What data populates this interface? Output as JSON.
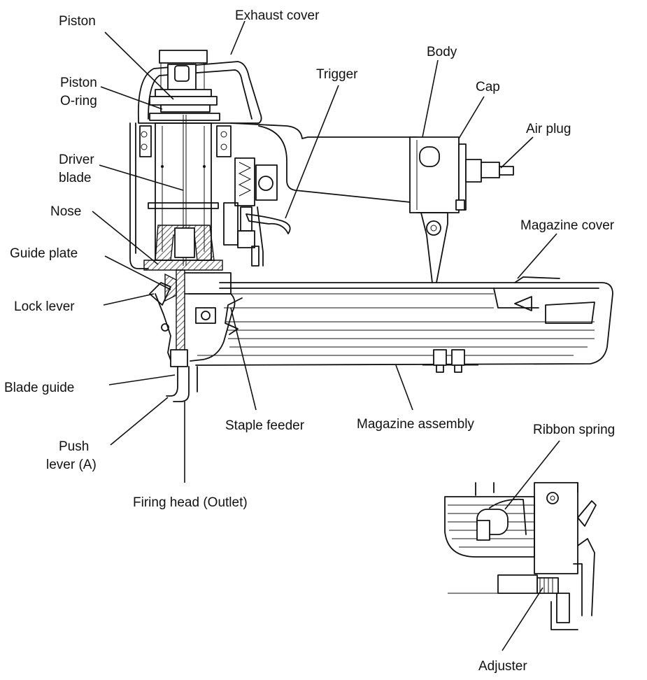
{
  "labels": {
    "piston": "Piston",
    "exhaust_cover": "Exhaust cover",
    "body": "Body",
    "trigger": "Trigger",
    "cap": "Cap",
    "piston_oring_1": "Piston",
    "piston_oring_2": "O-ring",
    "air_plug": "Air plug",
    "driver_blade_1": "Driver",
    "driver_blade_2": "blade",
    "nose": "Nose",
    "magazine_cover": "Magazine cover",
    "guide_plate": "Guide plate",
    "lock_lever": "Lock lever",
    "blade_guide": "Blade guide",
    "push_lever_1": "Push",
    "push_lever_2": "lever (A)",
    "staple_feeder": "Staple feeder",
    "magazine_assembly": "Magazine assembly",
    "ribbon_spring": "Ribbon spring",
    "firing_head": "Firing head (Outlet)",
    "adjuster": "Adjuster"
  }
}
